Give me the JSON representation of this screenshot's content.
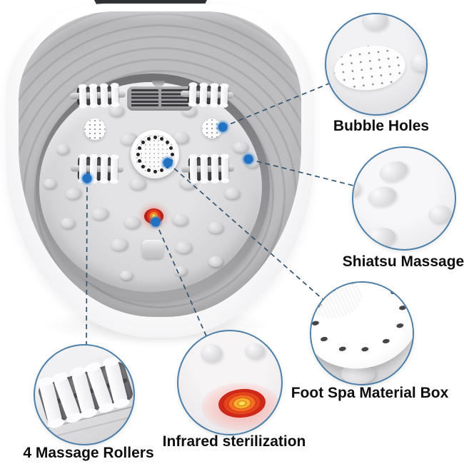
{
  "image_type": "annotated product photo",
  "product": "collapsible foot spa massager (top view)",
  "callouts": [
    {
      "name": "bubble-holes",
      "label": "Bubble Holes"
    },
    {
      "name": "shiatsu-massage",
      "label": "Shiatsu Massage"
    },
    {
      "name": "foot-spa-material-box",
      "label": "Foot Spa Material Box"
    },
    {
      "name": "infrared-sterilization",
      "label": "Infrared sterilization"
    },
    {
      "name": "massage-rollers",
      "label": "4 Massage Rollers"
    }
  ],
  "colors": {
    "background": "#ffffff",
    "callout_circle_border": "#4d7fa8",
    "callout_dot_blue": "#2272c3",
    "dashed_line": "#33556f",
    "infrared_red": "#d62a1a",
    "label_text": "#0e0e10",
    "body_grey": "#b9b9bc"
  }
}
